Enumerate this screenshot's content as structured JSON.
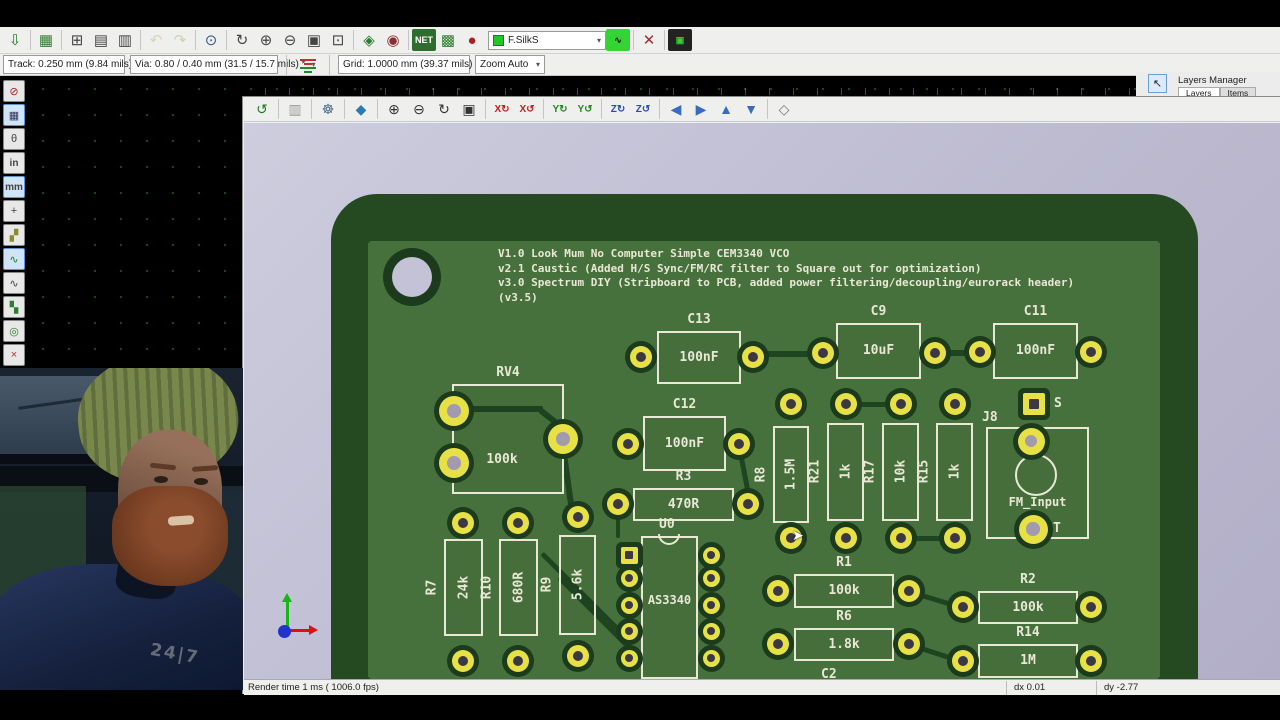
{
  "colors": {
    "board_edge": "#254a22",
    "board_inner": "#47713c",
    "silk": "#e9e7d6",
    "pad_yellow": "#e8e145",
    "viewport_top": "#cdcdde",
    "viewport_bottom": "#b2aec8",
    "layer_swatch": "#26c426"
  },
  "main_toolbar": {
    "icons": [
      {
        "name": "save-icon",
        "glyph": "⇩",
        "fg": "#1f7a1f"
      },
      {
        "name": "board-library-icon",
        "glyph": "▦",
        "fg": "#2e7d2e",
        "sep": true
      },
      {
        "name": "page-settings-icon",
        "glyph": "⊞",
        "fg": "#444",
        "sep": true
      },
      {
        "name": "print-icon",
        "glyph": "▤",
        "fg": "#444"
      },
      {
        "name": "plot-icon",
        "glyph": "▥",
        "fg": "#444"
      },
      {
        "name": "undo-icon",
        "glyph": "↶",
        "fg": "#b8a23c",
        "faded": true,
        "sep": true
      },
      {
        "name": "redo-icon",
        "glyph": "↷",
        "fg": "#7aa83c",
        "faded": true
      },
      {
        "name": "find-icon",
        "glyph": "⊙",
        "fg": "#3a5a8a",
        "sep": true
      },
      {
        "name": "redraw-icon",
        "glyph": "↻",
        "fg": "#444",
        "sep": true
      },
      {
        "name": "zoom-in-icon",
        "glyph": "⊕",
        "fg": "#444"
      },
      {
        "name": "zoom-out-icon",
        "glyph": "⊖",
        "fg": "#444"
      },
      {
        "name": "zoom-fit-icon",
        "glyph": "▣",
        "fg": "#444"
      },
      {
        "name": "zoom-area-icon",
        "glyph": "⊡",
        "fg": "#444"
      },
      {
        "name": "footprint-mode-icon",
        "glyph": "◈",
        "fg": "#2e7d2e",
        "sep": true
      },
      {
        "name": "footprint-browser-icon",
        "glyph": "◉",
        "fg": "#8a2e2e"
      },
      {
        "name": "netlist-icon",
        "glyph": "NET",
        "fg": "#fff",
        "bg": "#2e6d2e",
        "sep": true
      },
      {
        "name": "update-pcb-icon",
        "glyph": "▩",
        "fg": "#2e7d2e"
      },
      {
        "name": "drc-bug-icon",
        "glyph": "●",
        "fg": "#aa2020"
      }
    ],
    "layer_selector": "F.SilkS",
    "after_icons": [
      {
        "name": "track-display-icon",
        "glyph": "∿",
        "fg": "#0a0a0a",
        "bg": "#35d435"
      },
      {
        "name": "highlight-net-icon",
        "glyph": "✕",
        "fg": "#a03030",
        "sep": true
      },
      {
        "name": "viewer3d-icon",
        "glyph": "▣",
        "fg": "#35d435",
        "bg": "#222",
        "sep": true
      }
    ]
  },
  "secondary_toolbar": {
    "track": "Track: 0.250 mm (9.84 mils) *",
    "via": "Via: 0.80 / 0.40 mm (31.5 / 15.7 mils) *",
    "grid": "Grid: 1.0000 mm (39.37 mils)",
    "zoom": "Zoom Auto"
  },
  "left_toolbar": {
    "icons": [
      {
        "name": "drc-off-icon",
        "glyph": "⊘",
        "fg": "#aa2020"
      },
      {
        "name": "grid-visibility-icon",
        "glyph": "▦",
        "fg": "#335",
        "sel": true
      },
      {
        "name": "polar-coords-icon",
        "glyph": "θ",
        "fg": "#444"
      },
      {
        "name": "units-inch-icon",
        "glyph": "in",
        "fg": "#444"
      },
      {
        "name": "units-mm-icon",
        "glyph": "mm",
        "fg": "#444",
        "sel": true
      },
      {
        "name": "cursor-shape-icon",
        "glyph": "+",
        "fg": "#444"
      },
      {
        "name": "ratsnest-icon",
        "glyph": "▞",
        "fg": "#8a8a2e"
      },
      {
        "name": "local-ratsnest-icon",
        "glyph": "∿",
        "fg": "#1f7a1f",
        "sel": true
      },
      {
        "name": "auto-delete-track-icon",
        "glyph": "∿",
        "fg": "#444"
      },
      {
        "name": "show-zones-icon",
        "glyph": "▚",
        "fg": "#2e7d2e"
      },
      {
        "name": "pads-sketch-icon",
        "glyph": "◎",
        "fg": "#2e7d2e"
      },
      {
        "name": "tracks-sketch-icon",
        "glyph": "×",
        "fg": "#c03030"
      }
    ]
  },
  "layers_manager": {
    "title": "Layers Manager",
    "tabs": [
      "Layers",
      "Items"
    ],
    "caret": "^",
    "arrow_tool": "↖"
  },
  "viewer3d": {
    "toolbar": [
      {
        "name": "reload-board-icon",
        "glyph": "↺",
        "fg": "#1f7a1f"
      },
      {
        "name": "copy-image-icon",
        "glyph": "▥",
        "fg": "#999",
        "sep": true
      },
      {
        "name": "render-options-icon",
        "glyph": "☸",
        "fg": "#4a6a8a",
        "sep": true
      },
      {
        "name": "render-cube-icon",
        "glyph": "◆",
        "fg": "#2a7ab8",
        "sep": true
      },
      {
        "name": "zoom-in-3d-icon",
        "glyph": "⊕",
        "fg": "#333",
        "sep": true
      },
      {
        "name": "zoom-out-3d-icon",
        "glyph": "⊖",
        "fg": "#333"
      },
      {
        "name": "rotate-view-icon",
        "glyph": "↻",
        "fg": "#333"
      },
      {
        "name": "zoom-fit-3d-icon",
        "glyph": "▣",
        "fg": "#333"
      },
      {
        "name": "rotate-x-pos-icon",
        "glyph": "X↻",
        "fg": "#c02020",
        "sep": true
      },
      {
        "name": "rotate-x-neg-icon",
        "glyph": "X↺",
        "fg": "#c02020"
      },
      {
        "name": "rotate-y-pos-icon",
        "glyph": "Y↻",
        "fg": "#1f8a1f",
        "sep": true
      },
      {
        "name": "rotate-y-neg-icon",
        "glyph": "Y↺",
        "fg": "#1f8a1f"
      },
      {
        "name": "rotate-z-pos-icon",
        "glyph": "Z↻",
        "fg": "#2a4ab8",
        "sep": true
      },
      {
        "name": "rotate-z-neg-icon",
        "glyph": "Z↺",
        "fg": "#2a4ab8"
      },
      {
        "name": "move-left-icon",
        "glyph": "◀",
        "fg": "#3a6bc4",
        "sep": true
      },
      {
        "name": "move-right-icon",
        "glyph": "▶",
        "fg": "#3a6bc4"
      },
      {
        "name": "move-up-icon",
        "glyph": "▲",
        "fg": "#3a6bc4"
      },
      {
        "name": "move-down-icon",
        "glyph": "▼",
        "fg": "#3a6bc4"
      },
      {
        "name": "ortho-view-icon",
        "glyph": "◇",
        "fg": "#777",
        "sep": true
      }
    ],
    "statusbar": {
      "render_time": "Render time 1 ms ( 1006.0 fps)",
      "dx": "dx 0.01",
      "dy": "dy -2.77"
    }
  },
  "board": {
    "silk_notes": [
      "V1.0 Look Mum No Computer Simple CEM3340 VCO",
      "v2.1 Caustic (Added H/S Sync/FM/RC filter to Square out for optimization)",
      "v3.0 Spectrum DIY (Stripboard to PCB, added power filtering/decoupling/eurorack header)",
      "(v3.5)"
    ],
    "components": [
      {
        "ref": "C13",
        "value": "100nF"
      },
      {
        "ref": "C9",
        "value": "10uF"
      },
      {
        "ref": "C11",
        "value": "100nF"
      },
      {
        "ref": "C12",
        "value": "100nF"
      },
      {
        "ref": "R3",
        "value": "470R"
      },
      {
        "ref": "RV4",
        "value": "100k"
      },
      {
        "ref": "R8",
        "value": "1.5M"
      },
      {
        "ref": "R21",
        "value": "1k"
      },
      {
        "ref": "R17",
        "value": "10k"
      },
      {
        "ref": "R15",
        "value": "1k"
      },
      {
        "ref": "J8",
        "value": "FM_Input",
        "pad_labels": [
          "S",
          "T"
        ]
      },
      {
        "ref": "R7",
        "value": "24k"
      },
      {
        "ref": "R10",
        "value": "680R"
      },
      {
        "ref": "R9",
        "value": "5.6k"
      },
      {
        "ref": "U0",
        "value": "AS3340"
      },
      {
        "ref": "R1",
        "value": "100k"
      },
      {
        "ref": "R6",
        "value": "1.8k"
      },
      {
        "ref": "R2",
        "value": "100k"
      },
      {
        "ref": "R14",
        "value": "1M"
      },
      {
        "ref": "C2",
        "value": ""
      }
    ]
  },
  "webcam": {
    "shirt_text": "24|7"
  }
}
